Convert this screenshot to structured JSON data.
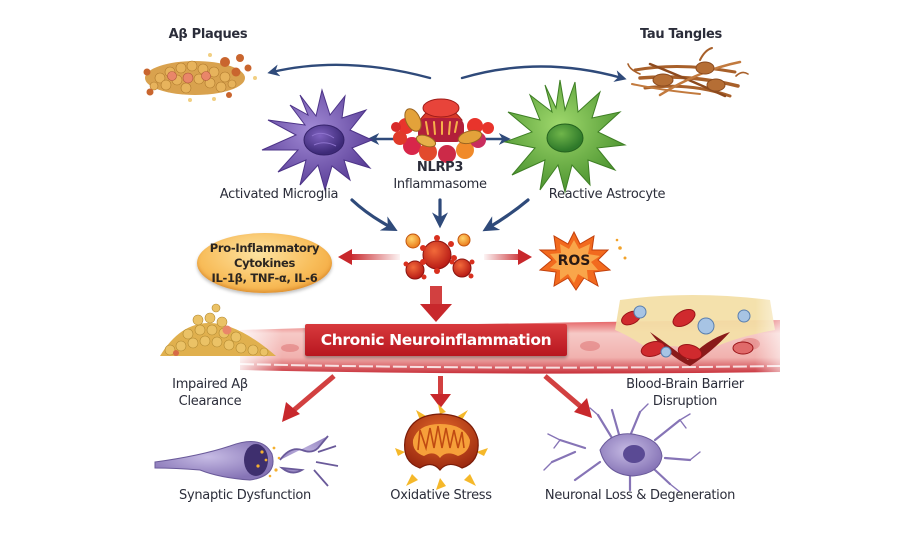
{
  "title": "NLRP3 Inflammasome-driven Neuroinflammation in Alzheimer's Disease",
  "nodes": {
    "abeta_plaques": {
      "label": "Aβ Plaques"
    },
    "tau_tangles": {
      "label": "Tau Tangles"
    },
    "microglia": {
      "label": "Activated Microglia"
    },
    "nlrp3": {
      "label_line1": "NLRP3",
      "label_line2": "Inflammasome"
    },
    "astrocyte": {
      "label": "Reactive Astrocyte"
    },
    "cytokines": {
      "line1": "Pro-Inflammatory",
      "line2": "Cytokines",
      "line3": "IL-1β, TNF-α, IL-6"
    },
    "ros": {
      "label": "ROS"
    },
    "chronic": {
      "label": "Chronic Neuroinflammation"
    },
    "impaired_clearance": {
      "line1": "Impaired Aβ",
      "line2": "Clearance"
    },
    "bbb": {
      "line1": "Blood-Brain Barrier",
      "line2": "Disruption"
    },
    "synaptic": {
      "label": "Synaptic Dysfunction"
    },
    "oxidative": {
      "label": "Oxidative Stress"
    },
    "neuronal_loss": {
      "label": "Neuronal Loss & Degeneration"
    }
  },
  "colors": {
    "arrow_blue": "#2f4a7a",
    "arrow_red": "#c8282c",
    "banner_red": "#c1222a",
    "microglia_purple": "#6a4fa3",
    "astrocyte_green": "#5ea63a",
    "cytokine_orange": "#f4ad4a",
    "neuron_lavender": "#9a8cc2"
  },
  "edges": [
    {
      "from": "nlrp3",
      "to": "abeta_plaques",
      "color": "blue"
    },
    {
      "from": "nlrp3",
      "to": "tau_tangles",
      "color": "blue"
    },
    {
      "from": "nlrp3",
      "to": "microglia",
      "color": "blue"
    },
    {
      "from": "nlrp3",
      "to": "astrocyte",
      "color": "blue"
    },
    {
      "from": "microglia",
      "to": "cytokine_burst",
      "color": "blue"
    },
    {
      "from": "nlrp3",
      "to": "cytokine_burst",
      "color": "blue"
    },
    {
      "from": "astrocyte",
      "to": "cytokine_burst",
      "color": "blue"
    },
    {
      "from": "cytokine_burst",
      "to": "cytokines",
      "color": "red"
    },
    {
      "from": "cytokine_burst",
      "to": "ros",
      "color": "red"
    },
    {
      "from": "cytokine_burst",
      "to": "chronic",
      "color": "red"
    },
    {
      "from": "chronic",
      "to": "synaptic",
      "color": "red"
    },
    {
      "from": "chronic",
      "to": "oxidative",
      "color": "red"
    },
    {
      "from": "chronic",
      "to": "neuronal_loss",
      "color": "red"
    }
  ]
}
